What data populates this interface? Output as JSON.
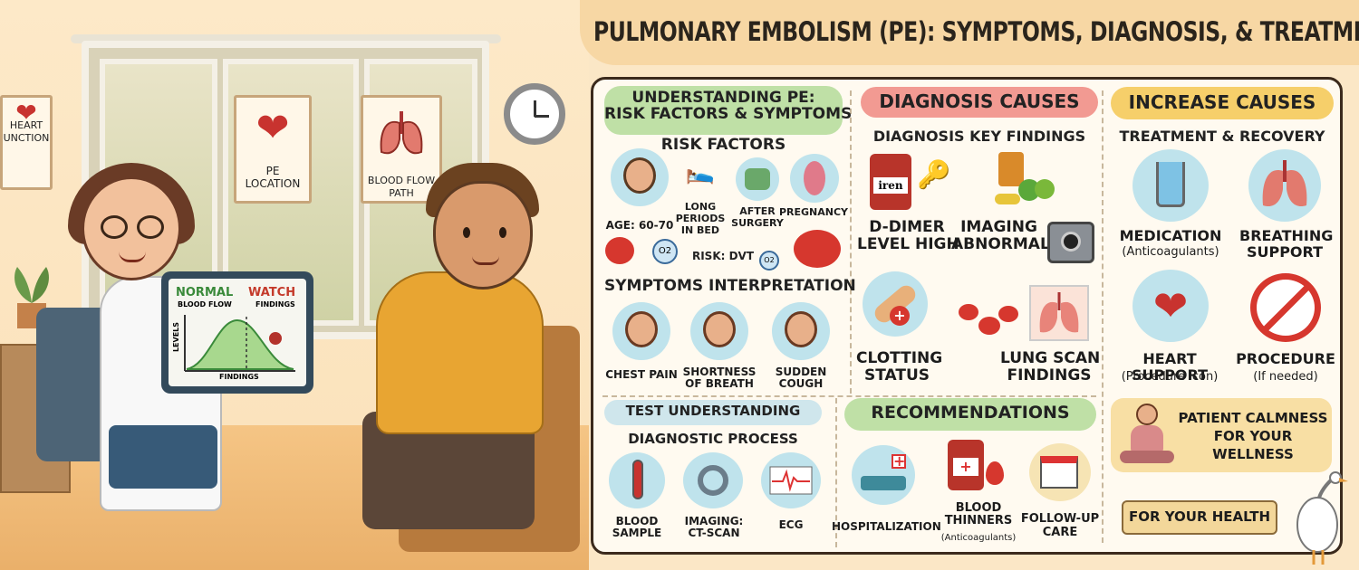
{
  "title": "PULMONARY EMBOLISM (PE): SYMPTOMS, DIAGNOSIS, & TREATMENT",
  "scene": {
    "poster_heart": "HEART\nUNCTION",
    "poster_pe": "PE\nLOCATION",
    "poster_blood": "BLOOD FLOW\nPATH",
    "tablet": {
      "normal": "NORMAL",
      "watch": "WATCH",
      "blood_flow": "BLOOD FLOW",
      "findings_top": "FINDINGS",
      "levels": "LEVELS",
      "findings_axis": "FINDINGS"
    }
  },
  "understanding": {
    "header": "UNDERSTANDING PE:\nRISK FACTORS & SYMPTOMS",
    "risk_title": "RISK FACTORS",
    "risk_items": [
      "AGE: 60-70",
      "LONG\nPERIODS\nIN BED",
      "AFTER\nSURGERY",
      "PREGNANCY"
    ],
    "risk_dvt": "RISK: DVT",
    "o2": "O2",
    "symptoms_title": "SYMPTOMS INTERPRETATION",
    "symptoms": [
      "CHEST PAIN",
      "SHORTNESS\nOF BREATH",
      "SUDDEN\nCOUGH"
    ]
  },
  "test": {
    "header": "TEST UNDERSTANDING",
    "subtitle": "DIAGNOSTIC PROCESS",
    "items": [
      "BLOOD\nSAMPLE",
      "IMAGING:\nCT-SCAN",
      "ECG"
    ]
  },
  "diagnosis": {
    "header": "DIAGNOSIS CAUSES",
    "subtitle": "DIAGNOSIS KEY FINDINGS",
    "bottle_label": "iren",
    "items": [
      "D-DIMER\nLEVEL HIGH",
      "IMAGING\nABNORMAL",
      "CLOTTING\nSTATUS",
      "LUNG SCAN\nFINDINGS"
    ]
  },
  "increase": {
    "header": "INCREASE CAUSES",
    "subtitle": "TREATMENT & RECOVERY",
    "items": [
      {
        "title": "MEDICATION",
        "sub": "(Anticoagulants)"
      },
      {
        "title": "BREATHING\nSUPPORT",
        "sub": ""
      },
      {
        "title": "HEART SUPPORT",
        "sub": "(Procedure icon)"
      },
      {
        "title": "PROCEDURE",
        "sub": "(If needed)"
      }
    ]
  },
  "recommendations": {
    "header": "RECOMMENDATIONS",
    "items": [
      {
        "title": "HOSPITALIZATION",
        "sub": ""
      },
      {
        "title": "BLOOD\nTHINNERS",
        "sub": "(Anticoagulants)"
      },
      {
        "title": "FOLLOW-UP\nCARE",
        "sub": ""
      }
    ]
  },
  "calm": {
    "text": "PATIENT CALMNESS\nFOR YOUR\nWELLNESS",
    "banner": "FOR YOUR HEALTH"
  },
  "colors": {
    "green_pill": "#bfe0a6",
    "red_pill": "#f29a92",
    "yellow_pill": "#f6cf6a",
    "blue_pill": "#cfe6ec",
    "icon_bg": "#bfe3ec"
  }
}
